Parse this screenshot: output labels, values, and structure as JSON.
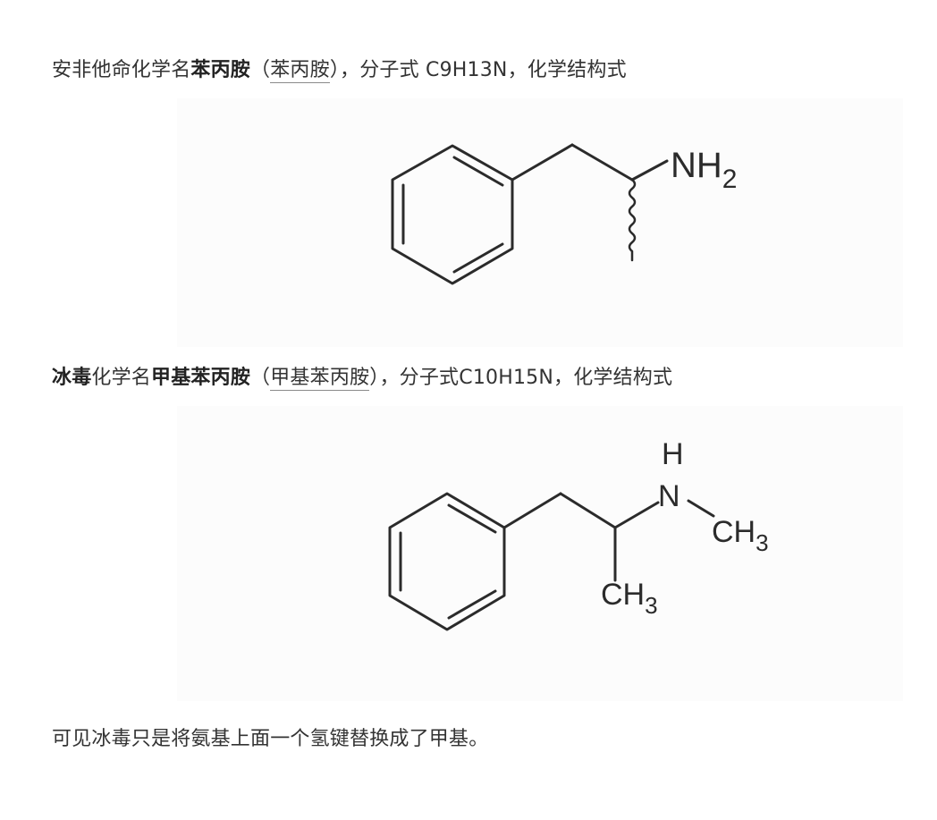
{
  "paragraph1": {
    "prefix": "安非他命化学名",
    "bold_name": "苯丙胺",
    "paren_open": "（",
    "link_text": "苯丙胺",
    "paren_close": "）",
    "suffix": "，分子式 C9H13N，化学结构式"
  },
  "figure1": {
    "compound": "amphetamine",
    "labels": {
      "amine_N": "NH",
      "amine_sub": "2"
    }
  },
  "paragraph2": {
    "bold_prefix": "冰毒",
    "middle": "化学名",
    "bold_name": "甲基苯丙胺",
    "paren_open": "（",
    "link_text": "甲基苯丙胺",
    "paren_close": "）",
    "suffix": "，分子式C10H15N，化学结构式"
  },
  "figure2": {
    "compound": "methamphetamine",
    "labels": {
      "H": "H",
      "N": "N",
      "n_methyl": "CH",
      "n_methyl_sub": "3",
      "c_methyl": "CH",
      "c_methyl_sub": "3"
    }
  },
  "paragraph3": {
    "text": "可见冰毒只是将氨基上面一个氢键替换成了甲基。"
  },
  "colors": {
    "text": "#333333",
    "bond": "#2b2b2b",
    "figure_bg": "#fcfcfc",
    "link_underline": "#8a8a8a"
  }
}
